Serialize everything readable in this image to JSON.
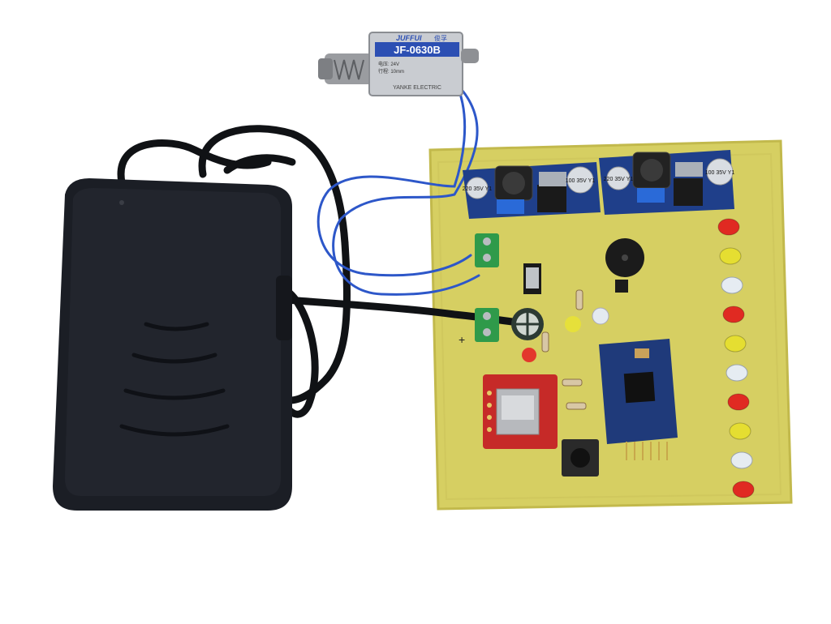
{
  "solenoid": {
    "brand": "JUFFUI",
    "brand_cn": "俊孚",
    "model": "JF-0630B",
    "spec_line1": "电压: 24V",
    "spec_line2": "行程: 10mm",
    "maker": "YANKE ELECTRIC"
  },
  "buck_converter_left": {
    "cap_small_text": "220\n35V\nY1",
    "cap_large_text": "100\n35V\nY1"
  },
  "buck_converter_right": {
    "cap_small_text": "220\n35V\nY1",
    "cap_large_text": "100\n35V\nY1"
  },
  "pcb": {
    "plus_mark": "+",
    "led_column_colors": [
      "red",
      "yellow",
      "clear",
      "red",
      "yellow",
      "clear",
      "red",
      "yellow",
      "clear",
      "red"
    ]
  },
  "colors": {
    "pcb": "#d6cf62",
    "pcb_edge": "#c2b94c",
    "buck_pcb": "#1f3f8a",
    "adapter": "#1b1e25",
    "cable_black": "#101215",
    "wire_blue": "#2d57c9",
    "terminal_green": "#2f9a4a",
    "sim_red": "#c62a28",
    "arduino_blue": "#1f3a7a"
  }
}
